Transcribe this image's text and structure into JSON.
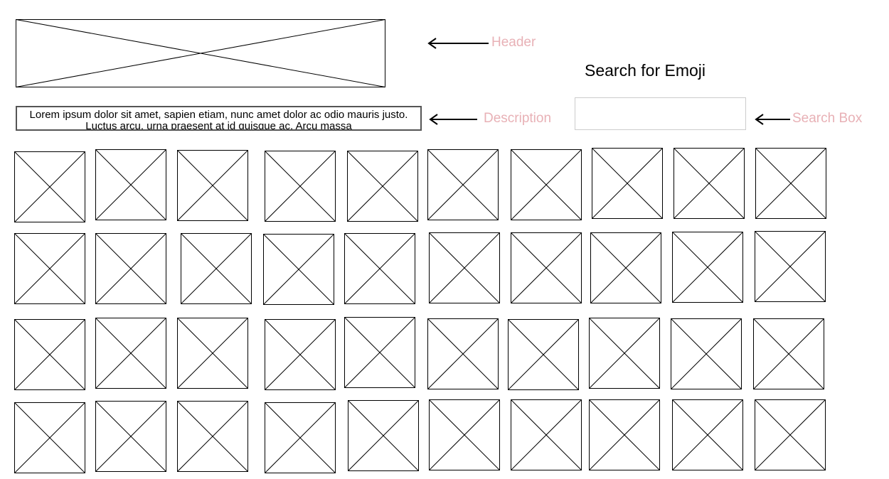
{
  "description": {
    "text": "Lorem ipsum dolor sit amet, sapien etiam, nunc amet dolor ac odio mauris justo. Luctus arcu, urna praesent at id quisque ac. Arcu massa"
  },
  "search": {
    "title": "Search for Emoji",
    "value": "",
    "placeholder": ""
  },
  "annotations": {
    "header": "Header",
    "description": "Description",
    "search_box": "Search Box"
  },
  "emoji_grid": {
    "rows": 4,
    "columns": 10
  }
}
